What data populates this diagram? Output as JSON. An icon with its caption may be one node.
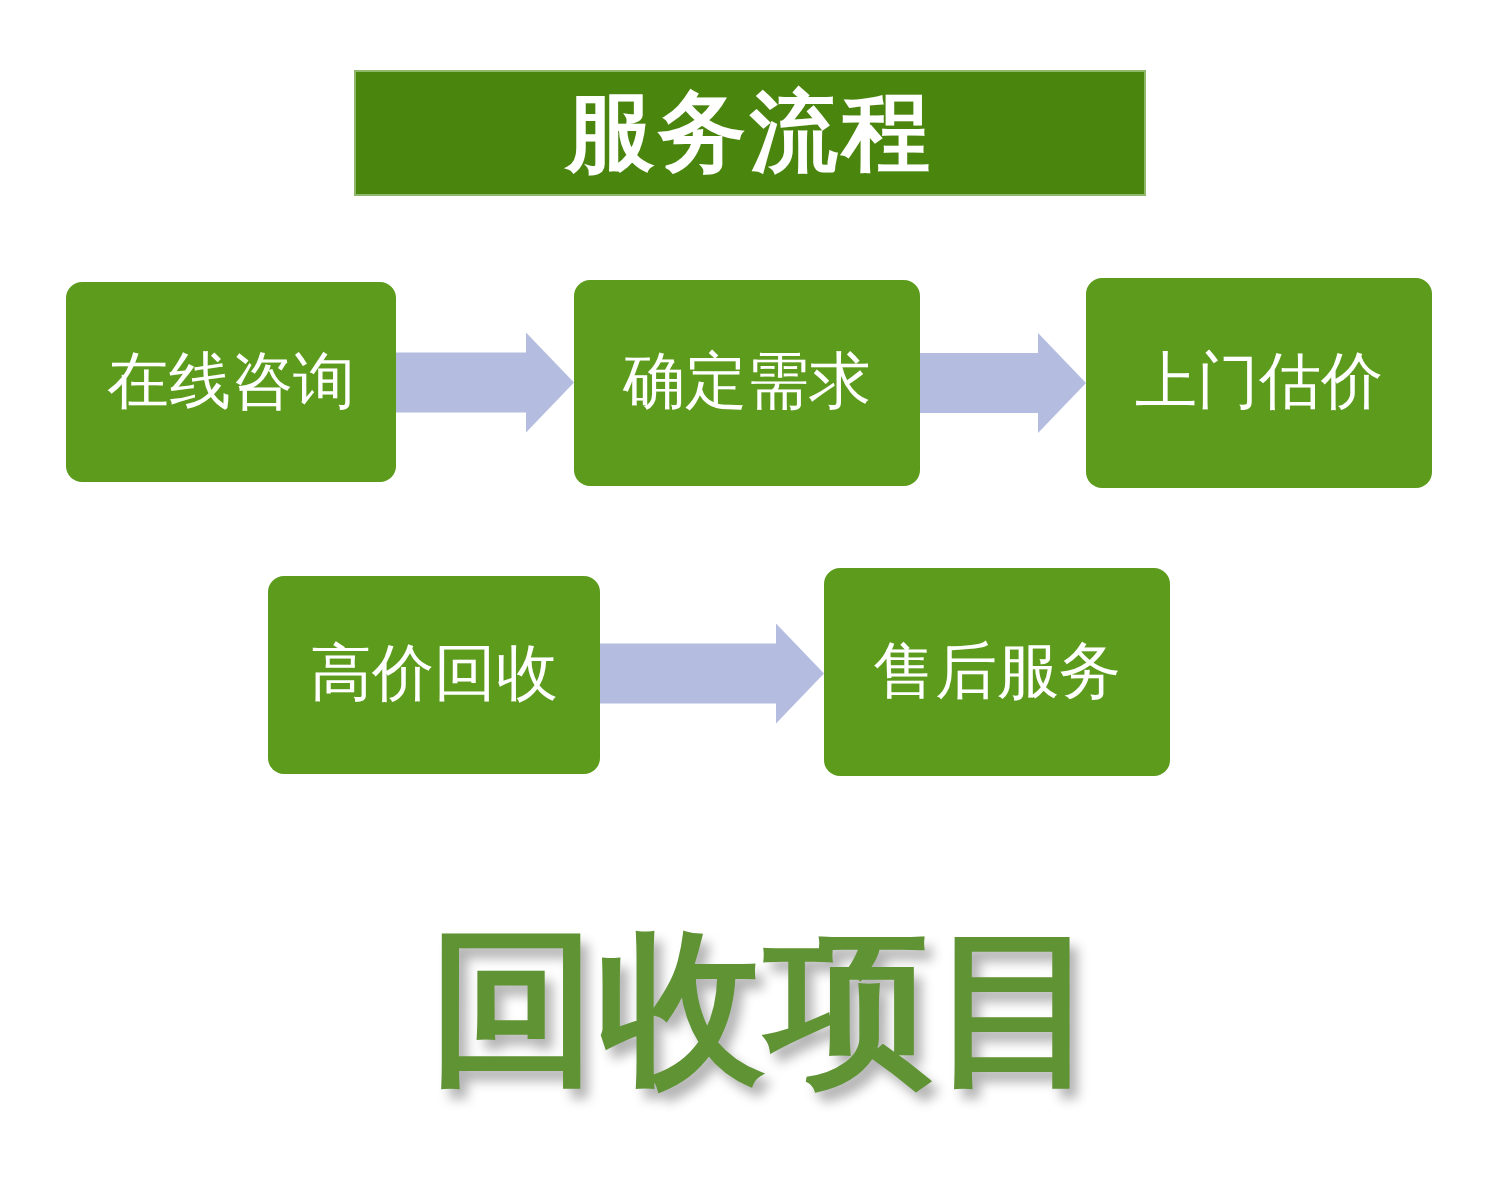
{
  "diagram": {
    "title": "服务流程",
    "nodes": [
      {
        "text": [
          "在线咨询"
        ]
      },
      {
        "text": [
          "确定需求"
        ]
      },
      {
        "text": [
          "上门估价"
        ]
      },
      {
        "text": [
          "高价回收"
        ]
      },
      {
        "text": [
          "售后服务"
        ]
      }
    ],
    "edges": [
      {
        "from": 0,
        "to": 1,
        "arrow": "to"
      },
      {
        "from": 1,
        "to": 2,
        "arrow": "to"
      },
      {
        "from": 3,
        "to": 4,
        "arrow": "to"
      }
    ],
    "labels": [
      "回收项目"
    ]
  }
}
